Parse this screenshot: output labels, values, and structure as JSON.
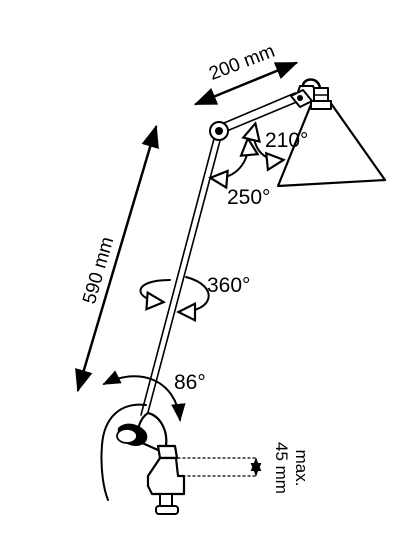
{
  "labels": {
    "arm_length": "200 mm",
    "stem_length": "590 mm",
    "angle_shade": "210°",
    "angle_elbow": "250°",
    "angle_rotation": "360°",
    "angle_base": "86°",
    "clamp_max": "max.",
    "clamp_size": "45 mm"
  }
}
